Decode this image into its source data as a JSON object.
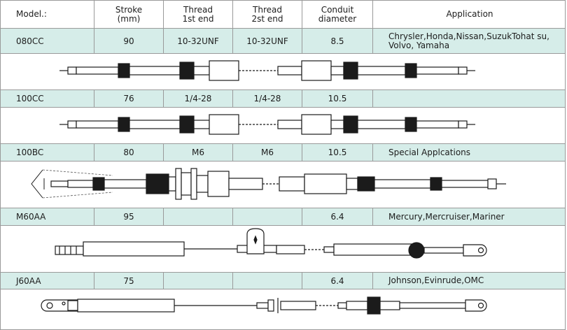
{
  "header": {
    "model": "Model.:",
    "stroke_l1": "Stroke",
    "stroke_l2": "(mm)",
    "thread1_l1": "Thread",
    "thread1_l2": "1st end",
    "thread2_l1": "Thread",
    "thread2_l2": "2st end",
    "conduit_l1": "Conduit",
    "conduit_l2": "diameter",
    "application": "Application"
  },
  "rows": [
    {
      "model": "080CC",
      "stroke": "90",
      "thread1": "10-32UNF",
      "thread2": "10-32UNF",
      "conduit": "8.5",
      "application": "Chrysler,Honda,Nissan,SuzukTohat su, Volvo, Yamaha"
    },
    {
      "model": "100CC",
      "stroke": "76",
      "thread1": "1/4-28",
      "thread2": "1/4-28",
      "conduit": "10.5",
      "application": ""
    },
    {
      "model": "100BC",
      "stroke": "80",
      "thread1": "M6",
      "thread2": "M6",
      "conduit": "10.5",
      "application": "Special Applcations"
    },
    {
      "model": "M60AA",
      "stroke": "95",
      "thread1": "",
      "thread2": "",
      "conduit": "6.4",
      "application": "Mercury,Mercruiser,Mariner"
    },
    {
      "model": "J60AA",
      "stroke": "75",
      "thread1": "",
      "thread2": "",
      "conduit": "6.4",
      "application": "Johnson,Evinrude,OMC"
    }
  ],
  "colors": {
    "row_bg": "#d6ede9",
    "grid": "#9a9a9a",
    "dark_parts": "#1b1b1b"
  }
}
